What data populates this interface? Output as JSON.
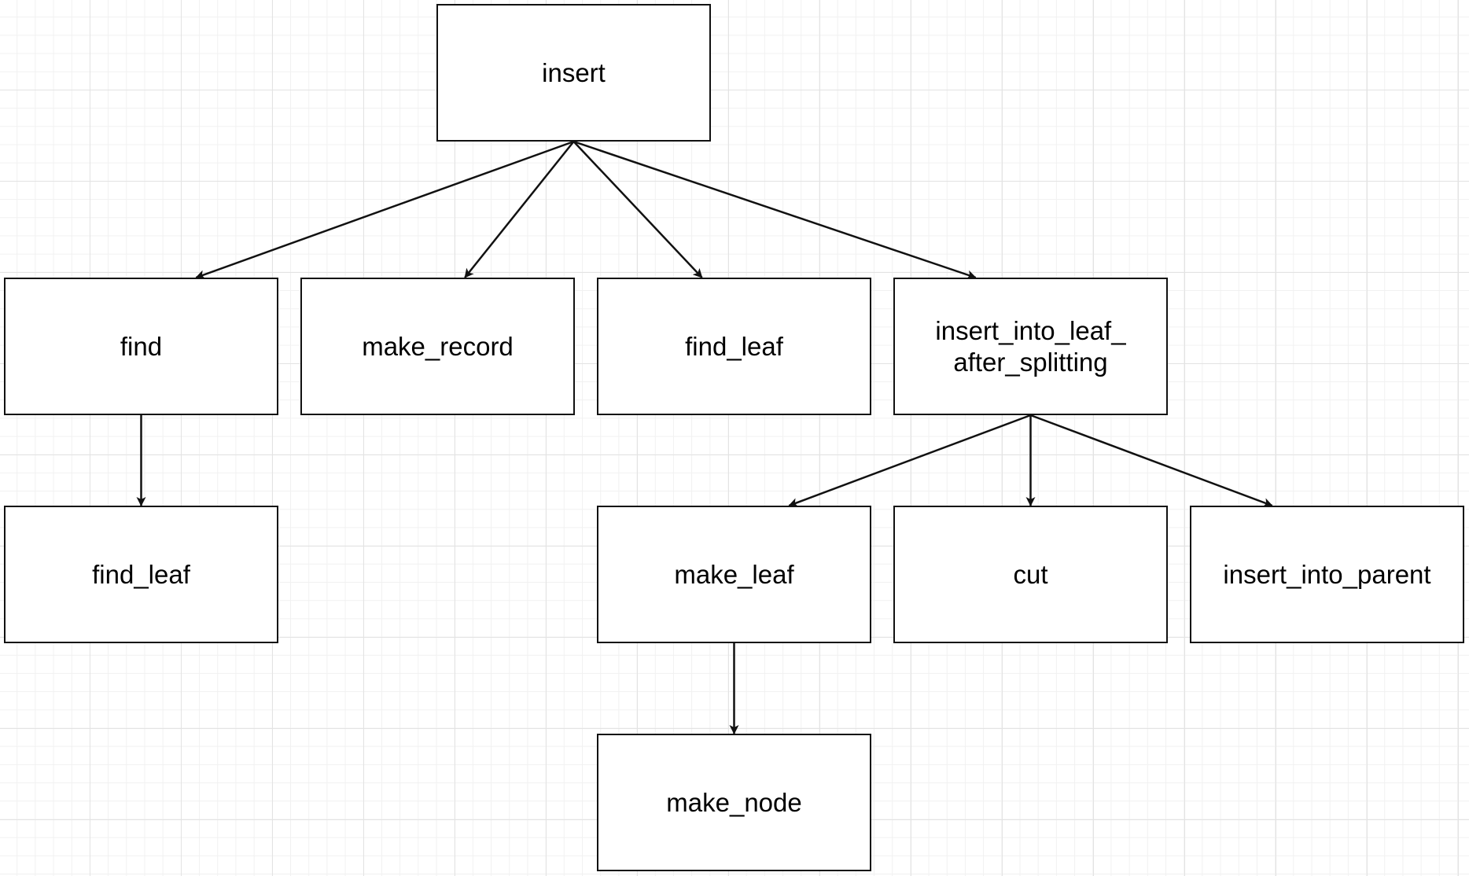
{
  "diagram": {
    "nodes": [
      {
        "id": "insert",
        "label": "insert"
      },
      {
        "id": "find",
        "label": "find"
      },
      {
        "id": "make_record",
        "label": "make_record"
      },
      {
        "id": "find_leaf_1",
        "label": "find_leaf"
      },
      {
        "id": "insert_split",
        "label": "insert_into_leaf_\nafter_splitting"
      },
      {
        "id": "find_leaf_2",
        "label": "find_leaf"
      },
      {
        "id": "make_leaf",
        "label": "make_leaf"
      },
      {
        "id": "cut",
        "label": "cut"
      },
      {
        "id": "insert_parent",
        "label": "insert_into_parent"
      },
      {
        "id": "make_node",
        "label": "make_node"
      }
    ],
    "edges": [
      {
        "from": "insert",
        "to": "find"
      },
      {
        "from": "insert",
        "to": "make_record"
      },
      {
        "from": "insert",
        "to": "find_leaf_1"
      },
      {
        "from": "insert",
        "to": "insert_split"
      },
      {
        "from": "find",
        "to": "find_leaf_2"
      },
      {
        "from": "insert_split",
        "to": "make_leaf"
      },
      {
        "from": "insert_split",
        "to": "cut"
      },
      {
        "from": "insert_split",
        "to": "insert_parent"
      },
      {
        "from": "make_leaf",
        "to": "make_node"
      }
    ]
  }
}
